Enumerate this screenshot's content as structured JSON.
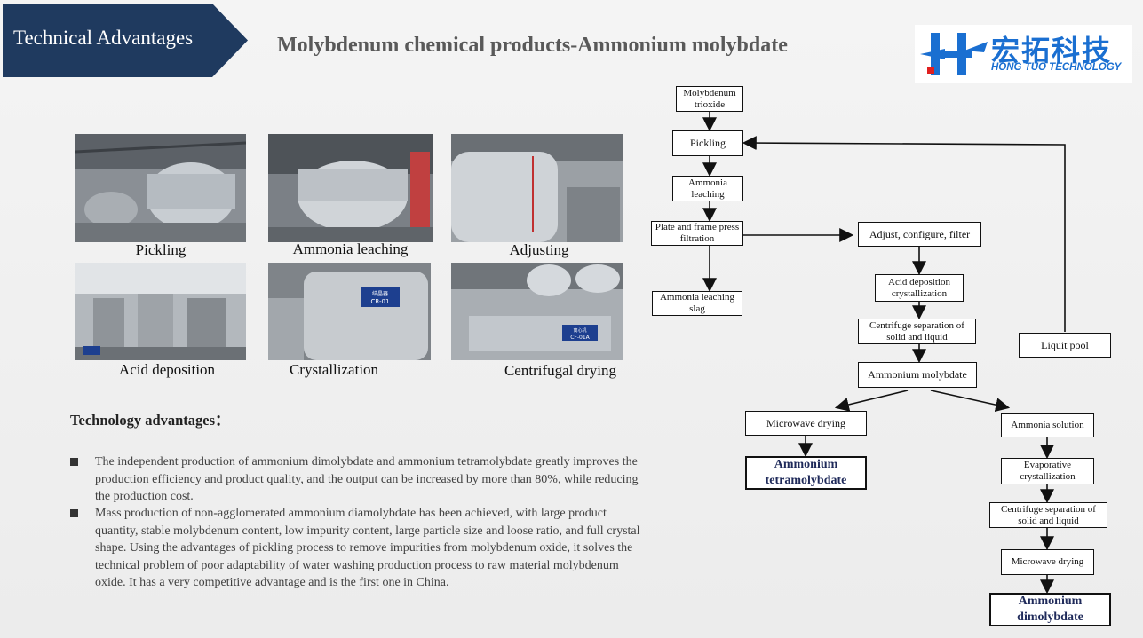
{
  "header": {
    "banner": "Technical Advantages",
    "title": "Molybdenum chemical products-Ammonium molybdate"
  },
  "logo": {
    "cn": "宏拓科技",
    "en": "HONG TUO TECHNOLOGY"
  },
  "photos": [
    {
      "caption": "Pickling"
    },
    {
      "caption": "Ammonia leaching"
    },
    {
      "caption": "Adjusting"
    },
    {
      "caption": "Acid deposition"
    },
    {
      "caption": "Crystallization",
      "sign": "结晶器 CR-01"
    },
    {
      "caption": "Centrifugal drying",
      "sign": "离心机 CF-01A"
    }
  ],
  "advantages": {
    "heading": "Technology advantages：",
    "items": [
      "The independent production of ammonium dimolybdate and ammonium tetramolybdate greatly improves the production efficiency and product quality, and the output can be increased by more than 80%, while reducing the production cost.",
      "Mass production of non-agglomerated ammonium diamolybdate has been achieved, with large product quantity, stable molybdenum content, low impurity content, large particle size and loose ratio, and full crystal shape. Using the advantages of pickling process to remove impurities from molybdenum oxide, it solves the technical problem of poor adaptability of water washing production process to raw material molybdenum oxide. It has a very competitive advantage and is the first one in China."
    ]
  },
  "flow": {
    "moly_trioxide": "Molybdenum trioxide",
    "pickling": "Pickling",
    "ammonia_leaching": "Ammonia leaching",
    "plate_frame": "Plate and frame press filtration",
    "slag": "Ammonia leaching slag",
    "adjust": "Adjust, configure, filter",
    "acid_dep": "Acid deposition crystallization",
    "centrifuge1": "Centrifuge separation of solid and liquid",
    "ammonium_molybdate": "Ammonium molybdate",
    "liquid_pool": "Liquit pool",
    "microwave_drying": "Microwave drying",
    "tetra": "Ammonium tetramolybdate",
    "ammonia_solution": "Ammonia solution",
    "evaporative": "Evaporative crystallization",
    "centrifuge2": "Centrifuge separation of solid and liquid",
    "microwave2": "Microwave drying",
    "di": "Ammonium dimolybdate"
  },
  "colors": {
    "banner": "#1f3a5f",
    "accent": "#1a6fd1",
    "text": "#404040"
  }
}
